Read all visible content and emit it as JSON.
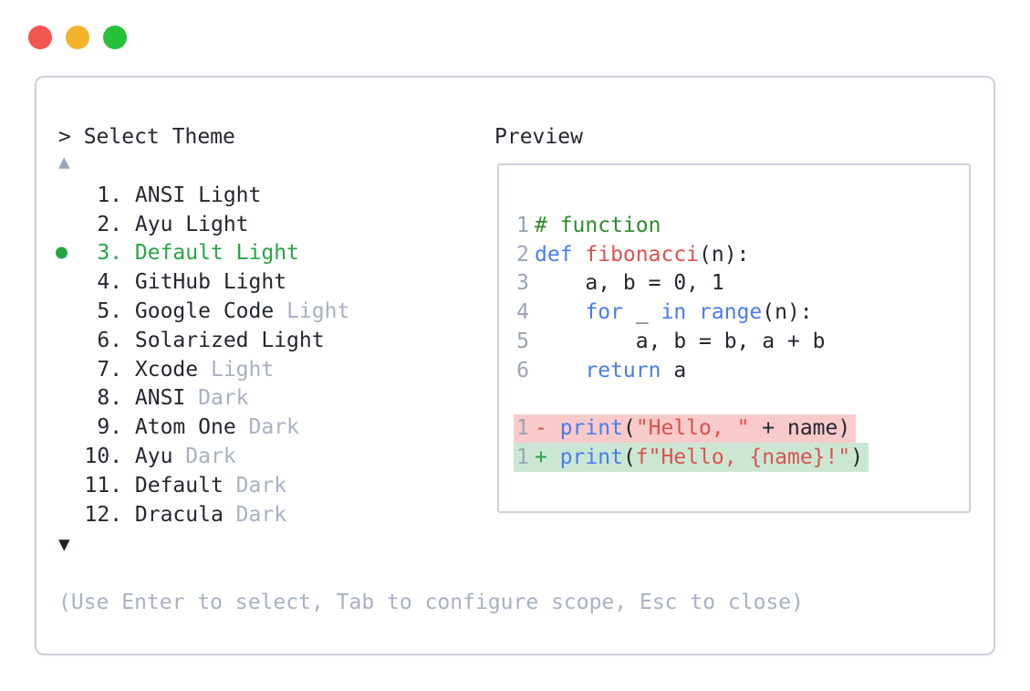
{
  "window": {
    "controls": [
      {
        "name": "close",
        "color": "#f1574f"
      },
      {
        "name": "minimize",
        "color": "#f3b32b"
      },
      {
        "name": "zoom",
        "color": "#25c138"
      }
    ]
  },
  "theme_picker": {
    "prompt": "> Select Theme",
    "scroll_up_indicator": "▲",
    "scroll_down_indicator": "▼",
    "selected_theme": "Default Light",
    "selected_number": 3,
    "items": [
      {
        "num": " 1.",
        "name": "ANSI Light",
        "muted": "",
        "selected": false
      },
      {
        "num": " 2.",
        "name": "Ayu Light",
        "muted": "",
        "selected": false
      },
      {
        "num": " 3.",
        "name": "Default Light",
        "muted": "",
        "selected": true
      },
      {
        "num": " 4.",
        "name": "GitHub Light",
        "muted": "",
        "selected": false
      },
      {
        "num": " 5.",
        "name": "Google Code",
        "muted": "Light",
        "selected": false
      },
      {
        "num": " 6.",
        "name": "Solarized Light",
        "muted": "",
        "selected": false
      },
      {
        "num": " 7.",
        "name": "Xcode",
        "muted": "Light",
        "selected": false
      },
      {
        "num": " 8.",
        "name": "ANSI",
        "muted": "Dark",
        "selected": false
      },
      {
        "num": " 9.",
        "name": "Atom One",
        "muted": "Dark",
        "selected": false
      },
      {
        "num": "10.",
        "name": "Ayu",
        "muted": "Dark",
        "selected": false
      },
      {
        "num": "11.",
        "name": "Default",
        "muted": "Dark",
        "selected": false
      },
      {
        "num": "12.",
        "name": "Dracula",
        "muted": "Dark",
        "selected": false
      }
    ],
    "help_text": "(Use Enter to select, Tab to configure scope, Esc to close)"
  },
  "preview": {
    "label": "Preview",
    "code_lines": [
      {
        "num": "1",
        "segments": [
          {
            "text": "# function",
            "type": "tok-comment"
          }
        ]
      },
      {
        "num": "2",
        "segments": [
          {
            "text": "def ",
            "type": "tok-kw"
          },
          {
            "text": "fibonacci",
            "type": "tok-fn"
          },
          {
            "text": "(n):",
            "type": "tok-plain"
          }
        ]
      },
      {
        "num": "3",
        "segments": [
          {
            "text": "    a, b = 0, 1",
            "type": "tok-plain"
          }
        ]
      },
      {
        "num": "4",
        "segments": [
          {
            "text": "    ",
            "type": "tok-plain"
          },
          {
            "text": "for",
            "type": "tok-kw"
          },
          {
            "text": " _ ",
            "type": "tok-plain"
          },
          {
            "text": "in range",
            "type": "tok-kw"
          },
          {
            "text": "(n):",
            "type": "tok-plain"
          }
        ]
      },
      {
        "num": "5",
        "segments": [
          {
            "text": "        a, b = b, a + b",
            "type": "tok-plain"
          }
        ]
      },
      {
        "num": "6",
        "segments": [
          {
            "text": "    ",
            "type": "tok-plain"
          },
          {
            "text": "return",
            "type": "tok-kw"
          },
          {
            "text": " a",
            "type": "tok-plain"
          }
        ]
      }
    ],
    "diff_lines": [
      {
        "num": "1",
        "change": "removed",
        "marker": "- ",
        "marker_type": "tok-minus",
        "segments": [
          {
            "text": "print",
            "type": "tok-kw"
          },
          {
            "text": "(",
            "type": "tok-plain"
          },
          {
            "text": "\"Hello, \"",
            "type": "tok-str"
          },
          {
            "text": " + name)",
            "type": "tok-plain"
          }
        ]
      },
      {
        "num": "1",
        "change": "added",
        "marker": "+ ",
        "marker_type": "tok-plus",
        "segments": [
          {
            "text": "print",
            "type": "tok-kw"
          },
          {
            "text": "(",
            "type": "tok-plain"
          },
          {
            "text": "f\"Hello, {name}!\"",
            "type": "tok-str"
          },
          {
            "text": ")",
            "type": "tok-plain"
          }
        ]
      }
    ]
  },
  "colors": {
    "text": "#23272f",
    "muted_text": "#a7b1c2",
    "line_number": "#9aa4b2",
    "selection_green": "#27a544",
    "keyword_blue": "#4a7cec",
    "string_red": "#de514d",
    "comment_green": "#2d8c2d",
    "diff_removed_bg": "#f8caca",
    "diff_added_bg": "#cbe7d4",
    "panel_border": "#cbd1dc"
  }
}
